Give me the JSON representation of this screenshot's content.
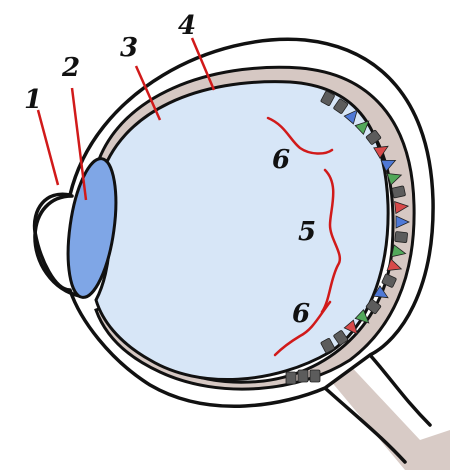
{
  "diagram": {
    "subject": "eye-cross-section",
    "labels": [
      {
        "id": "1",
        "text": "1"
      },
      {
        "id": "2",
        "text": "2"
      },
      {
        "id": "3",
        "text": "3"
      },
      {
        "id": "4",
        "text": "4"
      },
      {
        "id": "5",
        "text": "5"
      },
      {
        "id": "6a",
        "text": "6"
      },
      {
        "id": "6b",
        "text": "6"
      }
    ],
    "colors": {
      "outline": "#111111",
      "leader": "#d11a1a",
      "vitreous": "#d7e6f7",
      "lens": "#7fa6e6",
      "choroid": "#d6c8c3",
      "nerve": "#d8cbc6",
      "receptor_gray": "#5c5c5c",
      "receptor_blue": "#4f79d6",
      "receptor_green": "#52a85a",
      "receptor_red": "#d84a4a"
    },
    "receptor_sequence": [
      "gray",
      "gray",
      "blue",
      "green",
      "gray",
      "red",
      "blue",
      "green",
      "gray",
      "red",
      "blue",
      "gray",
      "green",
      "red",
      "gray",
      "blue",
      "gray",
      "green",
      "red",
      "gray",
      "gray"
    ]
  }
}
